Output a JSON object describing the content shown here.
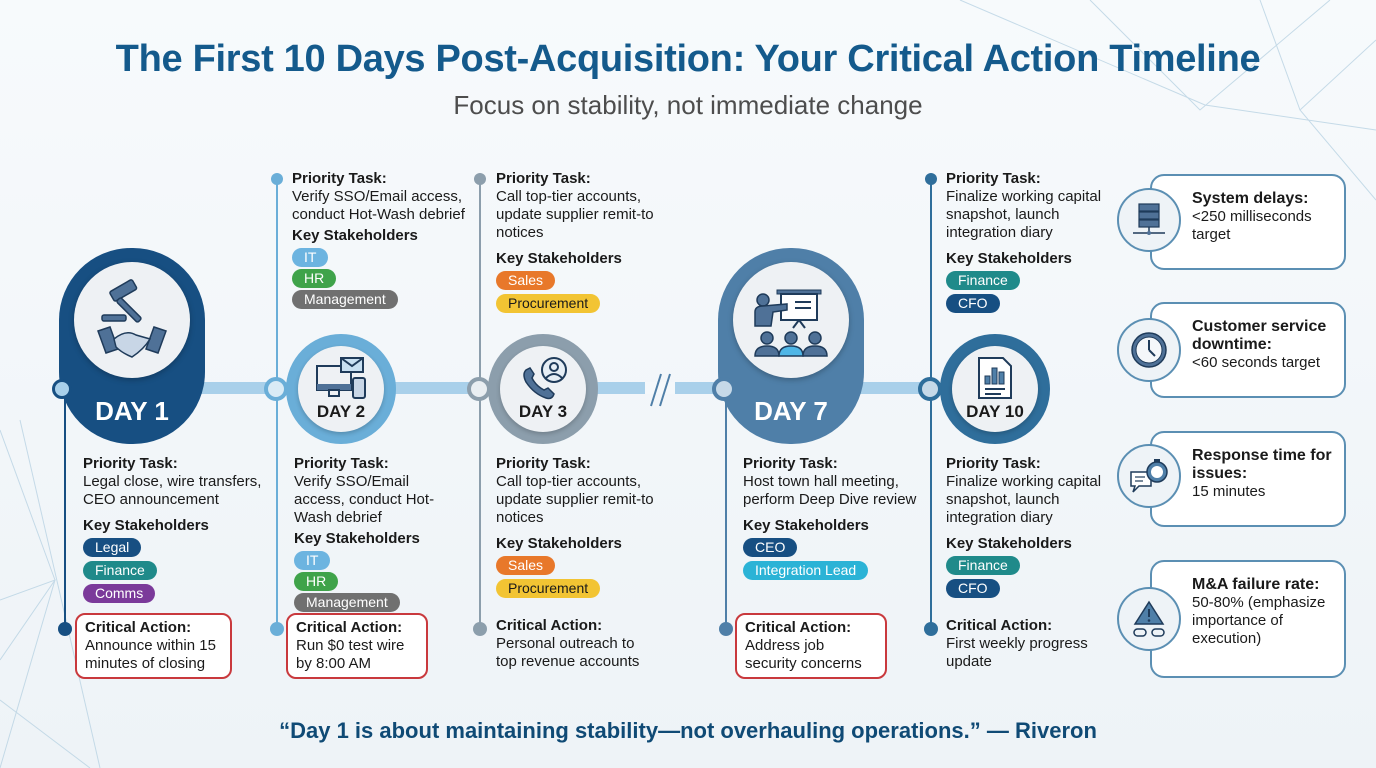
{
  "header": {
    "title": "The First 10 Days Post-Acquisition: Your Critical Action Timeline",
    "subtitle": "Focus on stability, not immediate change"
  },
  "colors": {
    "title": "#145a8c",
    "day1": "#174f82",
    "day2": "#6aaed8",
    "day3": "#8c9eac",
    "day7": "#4f7fa8",
    "day10": "#2f6e9b",
    "timeline": "#a9d0ea",
    "critical_border": "#c9393d"
  },
  "days": [
    {
      "label": "DAY 1",
      "icon": "gavel-handshake-icon",
      "top": {
        "priority_heading": "Priority Task:",
        "priority_text": "Legal close, wire transfers, CEO announcement",
        "stakeholders_heading": "Key Stakeholders",
        "stakeholders": [
          {
            "name": "Legal",
            "color": "#174f82"
          },
          {
            "name": "Finance",
            "color": "#1f8a8a"
          },
          {
            "name": "Comms",
            "color": "#7b3a9a"
          }
        ]
      },
      "critical": {
        "heading": "Critical Action:",
        "text": "Announce within 15 minutes of closing"
      }
    },
    {
      "label": "DAY 2",
      "icon": "computer-email-mobile-icon",
      "top": {
        "priority_heading": "Priority Task:",
        "priority_text": "Verify SSO/Email access, conduct Hot-Wash debrief",
        "stakeholders_heading": "Key Stakeholders",
        "stakeholders": [
          {
            "name": "IT",
            "color": "#6cb4e0"
          },
          {
            "name": "HR",
            "color": "#3fa34a"
          },
          {
            "name": "Management",
            "color": "#707070"
          }
        ]
      },
      "bottom": {
        "priority_heading": "Priority Task:",
        "priority_text": "Verify SSO/Email access, conduct Hot-Wash debrief",
        "stakeholders_heading": "Key Stakeholders",
        "stakeholders": [
          {
            "name": "IT",
            "color": "#6cb4e0"
          },
          {
            "name": "HR",
            "color": "#3fa34a"
          },
          {
            "name": "Management",
            "color": "#707070"
          }
        ]
      },
      "critical": {
        "heading": "Critical Action:",
        "text": "Run $0 test wire by 8:00 AM"
      }
    },
    {
      "label": "DAY 3",
      "icon": "phone-contact-icon",
      "top": {
        "priority_heading": "Priority Task:",
        "priority_text": "Call top-tier accounts, update supplier remit-to notices",
        "stakeholders_heading": "Key Stakeholders",
        "stakeholders": [
          {
            "name": "Sales",
            "color": "#e8782a"
          },
          {
            "name": "Procurement",
            "color": "#f2c433"
          }
        ]
      },
      "bottom": {
        "priority_heading": "Priority Task:",
        "priority_text": "Call top-tier accounts, update supplier remit-to notices",
        "stakeholders_heading": "Key Stakeholders",
        "stakeholders": [
          {
            "name": "Sales",
            "color": "#e8782a"
          },
          {
            "name": "Procurement",
            "color": "#f2c433"
          }
        ]
      },
      "critical": {
        "heading": "Critical Action:",
        "text": "Personal outreach to top revenue accounts"
      }
    },
    {
      "label": "DAY 7",
      "icon": "presentation-audience-icon",
      "bottom": {
        "priority_heading": "Priority Task:",
        "priority_text": "Host town hall meeting, perform Deep Dive review",
        "stakeholders_heading": "Key Stakeholders",
        "stakeholders": [
          {
            "name": "CEO",
            "color": "#174f82"
          },
          {
            "name": "Integration Lead",
            "color": "#2bb3d6"
          }
        ]
      },
      "critical": {
        "heading": "Critical Action:",
        "text": "Address job security concerns"
      }
    },
    {
      "label": "DAY 10",
      "icon": "report-chart-icon",
      "top": {
        "priority_heading": "Priority Task:",
        "priority_text": "Finalize working capital snapshot, launch integration diary",
        "stakeholders_heading": "Key Stakeholders",
        "stakeholders": [
          {
            "name": "Finance",
            "color": "#1f8a8a"
          },
          {
            "name": "CFO",
            "color": "#174f82"
          }
        ]
      },
      "bottom": {
        "priority_heading": "Priority Task:",
        "priority_text": "Finalize working capital snapshot, launch integration diary",
        "stakeholders_heading": "Key Stakeholders",
        "stakeholders": [
          {
            "name": "Finance",
            "color": "#1f8a8a"
          },
          {
            "name": "CFO",
            "color": "#174f82"
          }
        ]
      },
      "critical": {
        "heading": "Critical Action:",
        "text": "First weekly progress update"
      }
    }
  ],
  "metrics": [
    {
      "icon": "server-icon",
      "heading": "System delays:",
      "text": "<250 milliseconds target"
    },
    {
      "icon": "clock-icon",
      "heading": "Customer service downtime:",
      "text": "<60 seconds target"
    },
    {
      "icon": "chat-stopwatch-icon",
      "heading": "Response time for issues:",
      "text": "15 minutes"
    },
    {
      "icon": "warning-broken-link-icon",
      "heading": "M&A failure rate:",
      "text": "50-80% (emphasize importance of execution)"
    }
  ],
  "quote": "“Day 1 is about maintaining stability—not overhauling operations.” — Riveron"
}
